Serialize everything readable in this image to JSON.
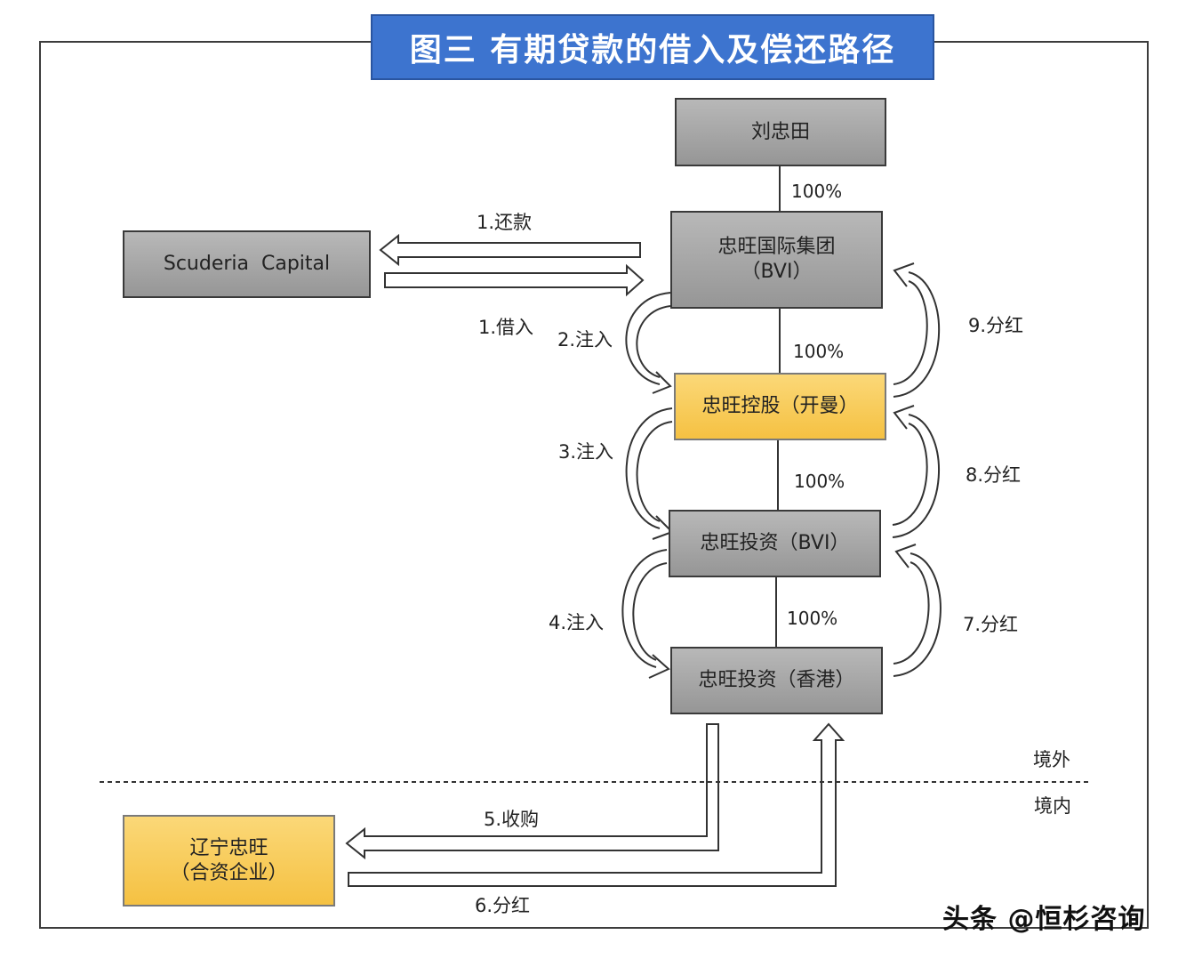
{
  "title": "图三  有期贷款的借入及偿还路径",
  "nodes": {
    "liu": "刘忠田",
    "scuderia": "Scuderia  Capital",
    "group_line1": "忠旺国际集团",
    "group_line2": "（BVI）",
    "cayman": "忠旺控股（开曼）",
    "bvi_invest": "忠旺投资（BVI）",
    "hk_invest": "忠旺投资（香港）",
    "liaoning_line1": "辽宁忠旺",
    "liaoning_line2": "（合资企业）"
  },
  "ownership": [
    "100%",
    "100%",
    "100%",
    "100%"
  ],
  "flows": {
    "repay": "1.还款",
    "borrow": "1.借入",
    "inject2": "2.注入",
    "inject3": "3.注入",
    "inject4": "4.注入",
    "acquire5": "5.收购",
    "dividend6": "6.分红",
    "dividend7": "7.分红",
    "dividend8": "8.分红",
    "dividend9": "9.分红"
  },
  "border": {
    "offshore": "境外",
    "onshore": "境内"
  },
  "watermark": "头条 @恒杉咨询",
  "colors": {
    "title_bg": "#3d74cf",
    "gray_box": "#a6a6a6",
    "yellow_box": "#f8cb5a"
  }
}
